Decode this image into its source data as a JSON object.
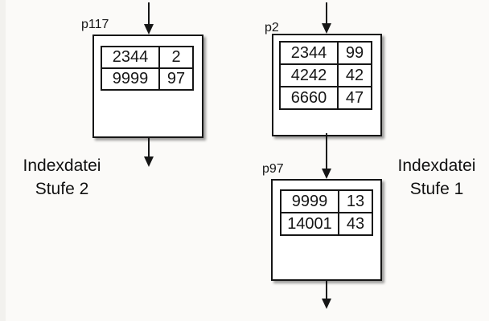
{
  "diagram": {
    "nodes": [
      {
        "id": "p117",
        "label": "p117",
        "rows": [
          [
            "2344",
            "2"
          ],
          [
            "9999",
            "97"
          ]
        ]
      },
      {
        "id": "p2",
        "label": "p2",
        "rows": [
          [
            "2344",
            "99"
          ],
          [
            "4242",
            "42"
          ],
          [
            "6660",
            "47"
          ]
        ]
      },
      {
        "id": "p97",
        "label": "p97",
        "rows": [
          [
            "9999",
            "13"
          ],
          [
            "14001",
            "43"
          ]
        ]
      }
    ],
    "captions": [
      {
        "id": "stufe-2",
        "lines": [
          "Indexdatei",
          "Stufe 2"
        ]
      },
      {
        "id": "stufe-1",
        "lines": [
          "Indexdatei",
          "Stufe 1"
        ]
      }
    ],
    "colors": {
      "line": "#161616",
      "box_fill": "#ffffff",
      "background": "#fbfaf8",
      "shadow": "rgba(0,0,0,0.38)"
    }
  }
}
